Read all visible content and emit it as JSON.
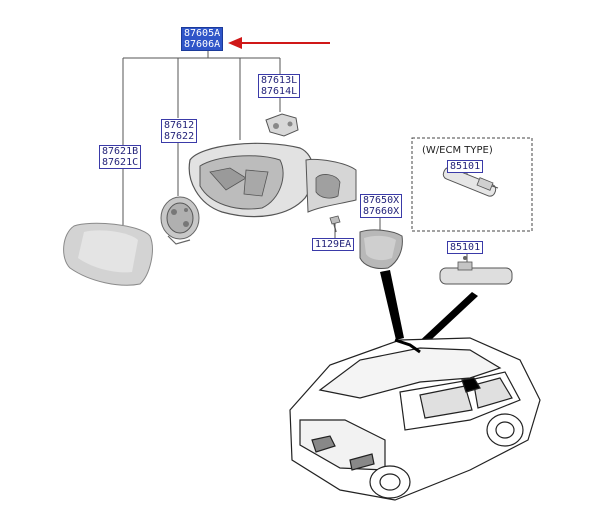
{
  "callouts": {
    "assembly": [
      "87605A",
      "87606A"
    ],
    "cover_switch": [
      "87613L",
      "87614L"
    ],
    "actuator": [
      "87612",
      "87622"
    ],
    "glass": [
      "87621B",
      "87621C"
    ],
    "cap": [
      "87650X",
      "87660X"
    ],
    "screw": "1129EA",
    "ecm_title": "(W/ECM TYPE)",
    "inside_mirror_ecm": "85101",
    "inside_mirror": "85101"
  },
  "colors": {
    "highlight": "#2f55c8",
    "arrow": "#d01818",
    "label_border": "#3a3aa8"
  }
}
